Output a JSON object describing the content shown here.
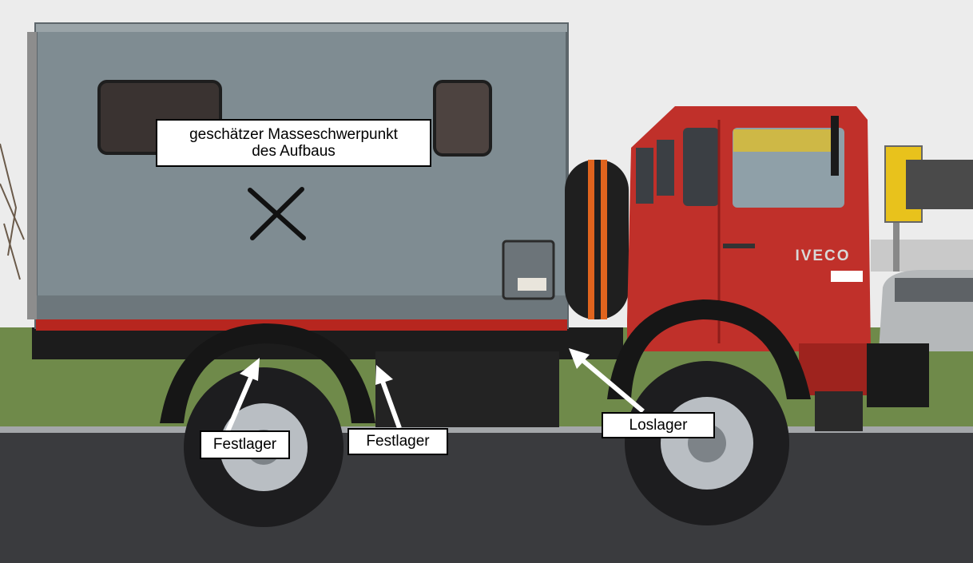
{
  "scene": {
    "description_subject": "truck",
    "colors": {
      "sky": "#ececec",
      "box_body": "#7f8c92",
      "box_edge": "#5d666b",
      "cab_red": "#c0302a",
      "cab_dark_red": "#8e1d1a",
      "road": "#3a3b3e",
      "grass": "#6f8a4a",
      "tire": "#1d1d1f",
      "rim": "#b9bec3",
      "strap": "#e0641e"
    },
    "cab_brand": "IVECO"
  },
  "annotations": {
    "cog_label_line1": "geschätzer Masseschwerpunkt",
    "cog_label_line2": "des Aufbaus",
    "fixed_bearing_1": "Festlager",
    "fixed_bearing_2": "Festlager",
    "floating_bearing": "Loslager"
  }
}
